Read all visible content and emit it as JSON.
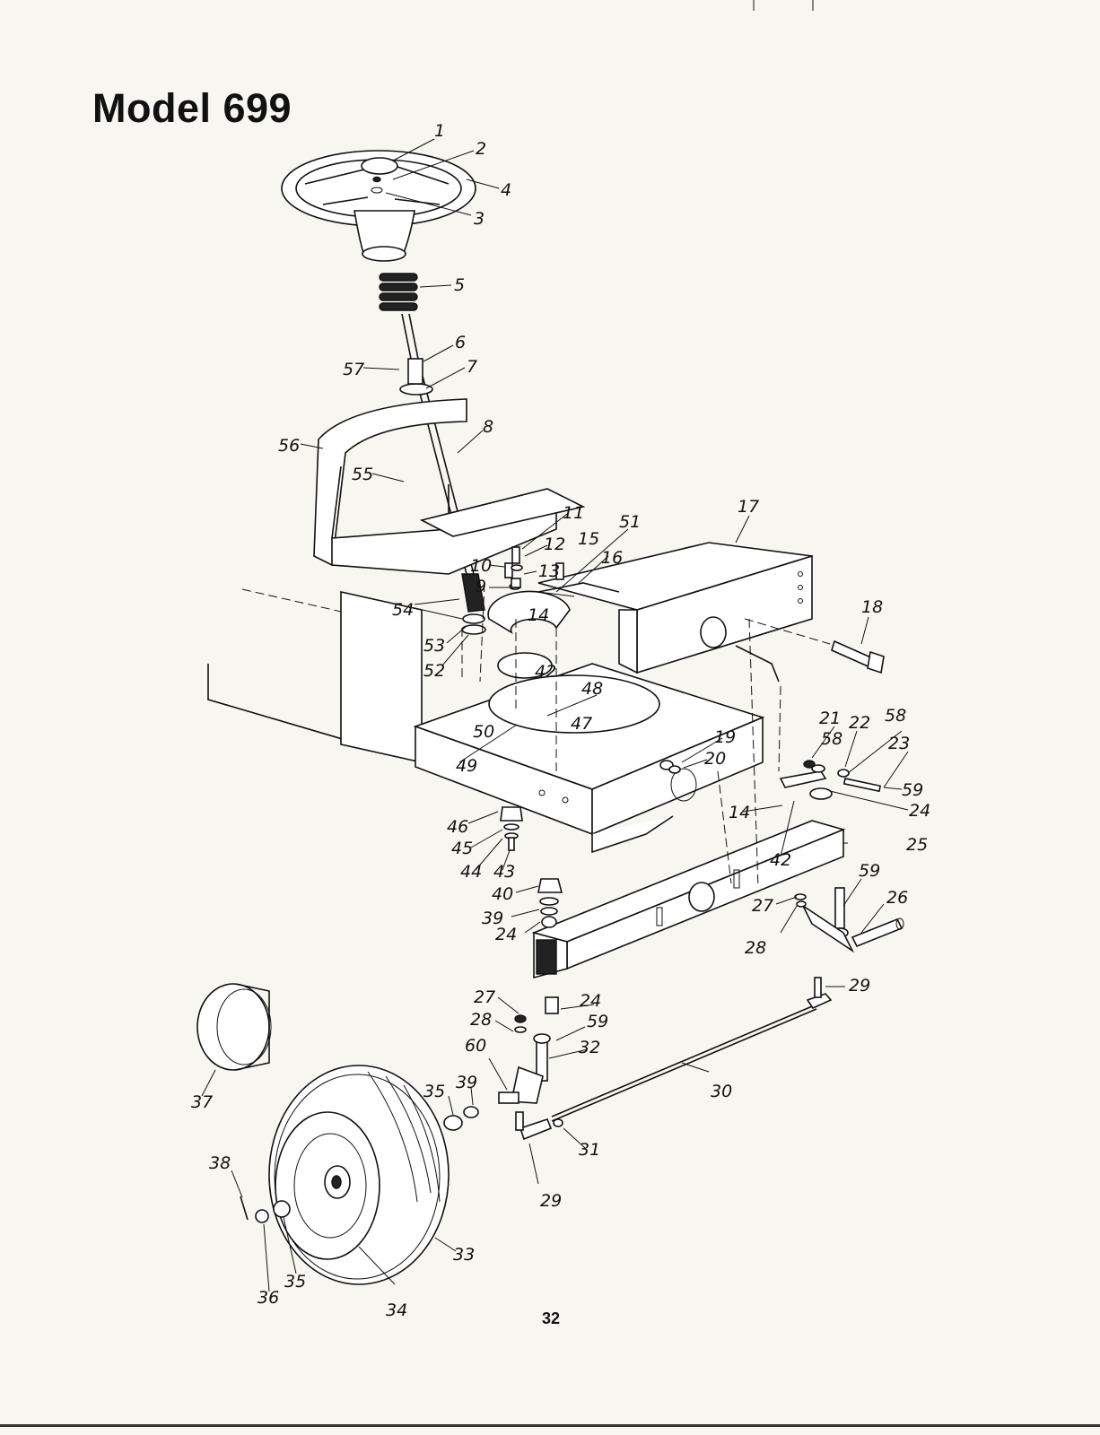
{
  "title": "Model 699",
  "page_number": "32",
  "callouts": [
    {
      "id": "c1",
      "text": "1"
    },
    {
      "id": "c2",
      "text": "2"
    },
    {
      "id": "c3",
      "text": "3"
    },
    {
      "id": "c4",
      "text": "4"
    },
    {
      "id": "c5",
      "text": "5"
    },
    {
      "id": "c6",
      "text": "6"
    },
    {
      "id": "c7",
      "text": "7"
    },
    {
      "id": "c8",
      "text": "8"
    },
    {
      "id": "c57",
      "text": "57"
    },
    {
      "id": "c56",
      "text": "56"
    },
    {
      "id": "c55",
      "text": "55"
    },
    {
      "id": "c11",
      "text": "11"
    },
    {
      "id": "c12",
      "text": "12"
    },
    {
      "id": "c10",
      "text": "10"
    },
    {
      "id": "c13",
      "text": "13"
    },
    {
      "id": "c9",
      "text": "9"
    },
    {
      "id": "c15",
      "text": "15"
    },
    {
      "id": "c51",
      "text": "51"
    },
    {
      "id": "c16",
      "text": "16"
    },
    {
      "id": "c17",
      "text": "17"
    },
    {
      "id": "c18",
      "text": "18"
    },
    {
      "id": "c54",
      "text": "54"
    },
    {
      "id": "c14a",
      "text": "14"
    },
    {
      "id": "c53",
      "text": "53"
    },
    {
      "id": "c52",
      "text": "52"
    },
    {
      "id": "c42a",
      "text": "42"
    },
    {
      "id": "c48",
      "text": "48"
    },
    {
      "id": "c50",
      "text": "50"
    },
    {
      "id": "c47",
      "text": "47"
    },
    {
      "id": "c49",
      "text": "49"
    },
    {
      "id": "c19",
      "text": "19"
    },
    {
      "id": "c20",
      "text": "20"
    },
    {
      "id": "c21",
      "text": "21"
    },
    {
      "id": "c58a",
      "text": "58"
    },
    {
      "id": "c22",
      "text": "22"
    },
    {
      "id": "c58b",
      "text": "58"
    },
    {
      "id": "c23",
      "text": "23"
    },
    {
      "id": "c59a",
      "text": "59"
    },
    {
      "id": "c24a",
      "text": "24"
    },
    {
      "id": "c14b",
      "text": "14"
    },
    {
      "id": "c25",
      "text": "25"
    },
    {
      "id": "c42b",
      "text": "42"
    },
    {
      "id": "c46",
      "text": "46"
    },
    {
      "id": "c45",
      "text": "45"
    },
    {
      "id": "c44",
      "text": "44"
    },
    {
      "id": "c43",
      "text": "43"
    },
    {
      "id": "c40",
      "text": "40"
    },
    {
      "id": "c39a",
      "text": "39"
    },
    {
      "id": "c24b",
      "text": "24"
    },
    {
      "id": "c59b",
      "text": "59"
    },
    {
      "id": "c27a",
      "text": "27"
    },
    {
      "id": "c26",
      "text": "26"
    },
    {
      "id": "c28a",
      "text": "28"
    },
    {
      "id": "c29a",
      "text": "29"
    },
    {
      "id": "c27b",
      "text": "27"
    },
    {
      "id": "c24c",
      "text": "24"
    },
    {
      "id": "c28b",
      "text": "28"
    },
    {
      "id": "c59c",
      "text": "59"
    },
    {
      "id": "c60",
      "text": "60"
    },
    {
      "id": "c32",
      "text": "32"
    },
    {
      "id": "c30",
      "text": "30"
    },
    {
      "id": "c35a",
      "text": "35"
    },
    {
      "id": "c39b",
      "text": "39"
    },
    {
      "id": "c31",
      "text": "31"
    },
    {
      "id": "c29b",
      "text": "29"
    },
    {
      "id": "c37",
      "text": "37"
    },
    {
      "id": "c38",
      "text": "38"
    },
    {
      "id": "c36",
      "text": "36"
    },
    {
      "id": "c35b",
      "text": "35"
    },
    {
      "id": "c34",
      "text": "34"
    },
    {
      "id": "c33",
      "text": "33"
    }
  ]
}
